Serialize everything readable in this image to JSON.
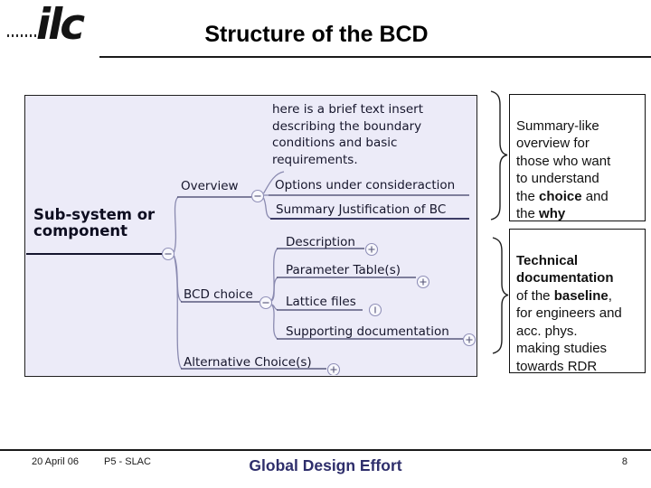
{
  "slide": {
    "logo": "ilc",
    "title": "Structure of the BCD",
    "page_number": "8"
  },
  "footer": {
    "date": "20 April 06",
    "event": "P5 - SLAC",
    "org": "Global Design Effort"
  },
  "diagram": {
    "root": "Sub-system or\ncomponent",
    "note": "here is a brief text insert\ndescribing the boundary\nconditions and basic\nrequirements.",
    "overview": "Overview",
    "options": "Options under consideraction",
    "summary": "Summary Justification of BC",
    "bcd_choice": "BCD choice",
    "description": "Description",
    "parameter_tables": "Parameter Table(s)",
    "lattice_files": "Lattice files",
    "supporting_doc": "Supporting documentation",
    "alternative": "Alternative Choice(s)"
  },
  "callouts": {
    "overview_note": {
      "s1": "Summary-like\noverview for\nthose who want\nto understand\nthe ",
      "s2": "choice",
      "s3": " and\nthe ",
      "s4": "why"
    },
    "technical_note": {
      "s1": "Technical\ndocumentation",
      "s2": "\nof the ",
      "s3": "baseline",
      "s4": ",\nfor engineers and\nacc. phys.\nmaking studies\ntowards RDR"
    }
  },
  "colors": {
    "panel_bg": "#ecebf8",
    "edge": "#8a8ab0",
    "node_underline": "#3d3d66",
    "footer_accent": "#2e2e6b"
  }
}
